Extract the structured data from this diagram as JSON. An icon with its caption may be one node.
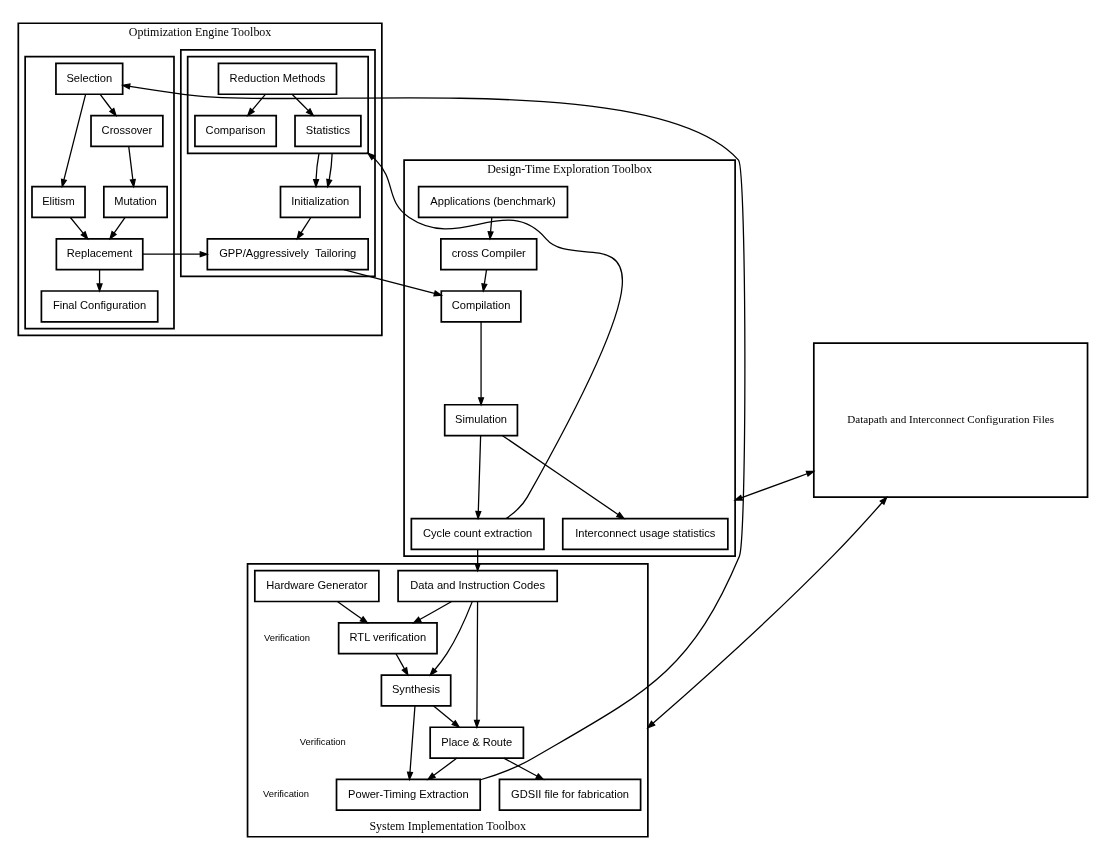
{
  "diagram": {
    "nodes": [
      {
        "text": [
          "Optimization Engine Toolbox"
        ]
      },
      {
        "text": [],
        "shape": "box",
        "in": 0
      },
      {
        "text": [],
        "shape": "box",
        "in": 1
      },
      {
        "text": [
          "Reduction Methods"
        ],
        "in": 2
      },
      {
        "text": [
          "Comparison"
        ],
        "in": 2
      },
      {
        "text": [
          "Statistics"
        ],
        "in": 2
      },
      {
        "text": [
          "Initialization"
        ],
        "in": 1
      },
      {
        "text": [
          "GPP/Aggressively  Tailoring"
        ],
        "in": 1
      },
      {
        "text": [],
        "shape": "box",
        "in": 0
      },
      {
        "text": [
          "Selection"
        ],
        "in": 8
      },
      {
        "text": [
          "Elitism"
        ],
        "in": 8
      },
      {
        "text": [
          "Crossover"
        ],
        "in": 8
      },
      {
        "text": [
          "Mutation"
        ],
        "in": 8
      },
      {
        "text": [
          "Replacement"
        ],
        "in": 8
      },
      {
        "text": [
          "Final Configuration"
        ],
        "in": 8
      },
      {
        "text": [
          "Design-Time Exploration Toolbox"
        ]
      },
      {
        "text": [
          "Applications (benchmark)"
        ],
        "in": 15
      },
      {
        "text": [
          "cross Compiler"
        ],
        "in": 15
      },
      {
        "text": [
          "Compilation"
        ],
        "in": 15
      },
      {
        "text": [
          "Simulation"
        ],
        "in": 15
      },
      {
        "text": [
          "Cycle count extraction"
        ],
        "in": 15
      },
      {
        "text": [
          "Interconnect usage statistics"
        ],
        "in": 15
      },
      {
        "text": [
          "System Implementation Toolbox"
        ]
      },
      {
        "text": [
          "Data and Instruction Codes"
        ],
        "in": 22
      },
      {
        "text": [
          "Hardware Generator"
        ],
        "in": 22
      },
      {
        "text": [
          "RTL verification"
        ],
        "in": 22
      },
      {
        "text": [
          "Synthesis"
        ],
        "in": 22
      },
      {
        "text": [
          "Place & Route"
        ],
        "in": 22
      },
      {
        "text": [
          "Power-Timing Extraction"
        ],
        "in": 22
      },
      {
        "text": [
          "GDSII file for fabrication"
        ],
        "in": 22
      },
      {
        "text": [
          "Datapath and Interconnect Configuration Files"
        ]
      }
    ],
    "edges": [
      {
        "from": 3,
        "to": 4,
        "arrow": "to"
      },
      {
        "from": 3,
        "to": 5,
        "arrow": "to"
      },
      {
        "from": 2,
        "to": 6,
        "arrow": "to"
      },
      {
        "from": 2,
        "to": 6,
        "arrow": "to"
      },
      {
        "from": 6,
        "to": 7,
        "arrow": "to"
      },
      {
        "from": 7,
        "to": 18,
        "arrow": "to"
      },
      {
        "from": 13,
        "to": 7,
        "arrow": "to"
      },
      {
        "from": 20,
        "to": 2,
        "arrow": "to"
      },
      {
        "from": 16,
        "to": 17,
        "arrow": "to"
      },
      {
        "from": 17,
        "to": 18,
        "arrow": "to"
      },
      {
        "from": 18,
        "to": 19,
        "arrow": "to"
      },
      {
        "from": 19,
        "to": 20,
        "arrow": "to"
      },
      {
        "from": 19,
        "to": 21,
        "arrow": "to"
      },
      {
        "from": 20,
        "to": 23,
        "arrow": "to"
      },
      {
        "from": 9,
        "to": 10,
        "arrow": "to"
      },
      {
        "from": 10,
        "to": 13,
        "arrow": "to"
      },
      {
        "from": 9,
        "to": 11,
        "arrow": "to"
      },
      {
        "from": 11,
        "to": 12,
        "arrow": "to"
      },
      {
        "from": 12,
        "to": 13,
        "arrow": "to"
      },
      {
        "from": 13,
        "to": 14,
        "arrow": "to"
      },
      {
        "from": 28,
        "to": 9,
        "arrow": "to"
      },
      {
        "from": 23,
        "to": 25,
        "arrow": "to"
      },
      {
        "from": 23,
        "to": 26,
        "arrow": "to"
      },
      {
        "from": 23,
        "to": 27,
        "arrow": "to"
      },
      {
        "from": 24,
        "to": 25,
        "arrow": "to"
      },
      {
        "from": 25,
        "to": 26,
        "arrow": "to"
      },
      {
        "from": 26,
        "to": 27,
        "arrow": "to"
      },
      {
        "from": 26,
        "to": 28,
        "arrow": "to"
      },
      {
        "from": 27,
        "to": 28,
        "arrow": "to"
      },
      {
        "from": 27,
        "to": 29,
        "arrow": "to"
      },
      {
        "from": 15,
        "to": 30,
        "arrow": "both"
      },
      {
        "from": 22,
        "to": 30,
        "arrow": "both"
      }
    ],
    "labels": [
      "Verification",
      "Verification",
      "Verification"
    ]
  }
}
